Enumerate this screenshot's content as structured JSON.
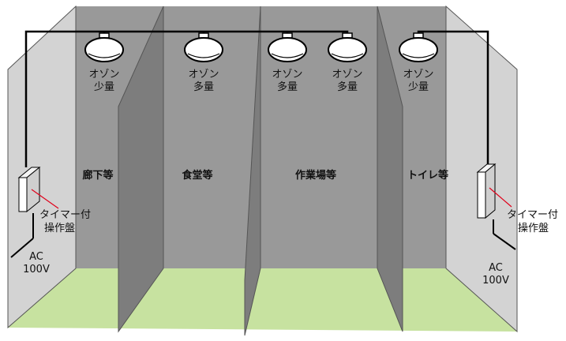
{
  "rooms": {
    "corridor": "廊下等",
    "cafeteria": "食堂等",
    "workshop": "作業場等",
    "toilet": "トイレ等"
  },
  "units": [
    {
      "line1": "オゾン",
      "line2": "少量"
    },
    {
      "line1": "オゾン",
      "line2": "多量"
    },
    {
      "line1": "オゾン",
      "line2": "多量"
    },
    {
      "line1": "オゾン",
      "line2": "多量"
    },
    {
      "line1": "オゾン",
      "line2": "少量"
    }
  ],
  "panel_left": {
    "line1": "タイマー付",
    "line2": "操作盤"
  },
  "panel_right": {
    "line1": "タイマー付",
    "line2": "操作盤"
  },
  "power_left": {
    "line1": "AC",
    "line2": "100V"
  },
  "power_right": {
    "line1": "AC",
    "line2": "100V"
  },
  "colors": {
    "back_wall": "#999999",
    "side_wall": "#d3d3d3",
    "partition": "#7d7d7d",
    "floor": "#c7e2a0",
    "wire": "#000000",
    "leader": "#e0001a"
  }
}
